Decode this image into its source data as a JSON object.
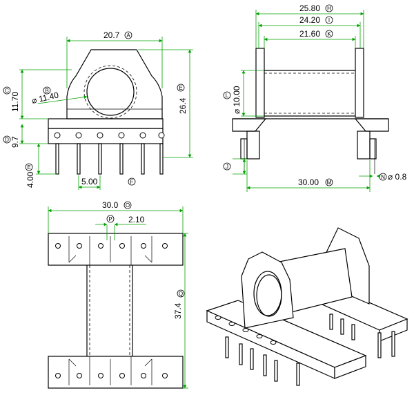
{
  "front_view": {
    "width": {
      "value": "20.7",
      "tag": "A"
    },
    "bore": {
      "value": "⌀ 11.40",
      "tag": "B"
    },
    "flange_top": {
      "value": "11.70",
      "tag": "C"
    },
    "base": {
      "value": "9.7",
      "tag": "D"
    },
    "height": {
      "value": "26.4",
      "tag": "E"
    },
    "pin_len": {
      "value": "4.00",
      "tag": "E"
    },
    "pitch": {
      "value": "5.00",
      "tag": "F"
    }
  },
  "side_view": {
    "overall": {
      "value": "25.80",
      "tag": "H"
    },
    "inner1": {
      "value": "24.20",
      "tag": "I"
    },
    "inner2": {
      "value": "21.60",
      "tag": "K"
    },
    "core": {
      "value": "⌀ 10.00",
      "tag": "L"
    },
    "pin_depth": {
      "value": "",
      "tag": "J"
    },
    "pin_span": {
      "value": "30.00",
      "tag": "M"
    },
    "pin_dia": {
      "value": "⌀ 0.8",
      "tag": "N"
    }
  },
  "top_view": {
    "width": {
      "value": "30.0",
      "tag": "O"
    },
    "slot": {
      "value": "2.10",
      "tag": "P"
    },
    "length": {
      "value": "37.4",
      "tag": "Q"
    }
  },
  "colors": {
    "dimension_line": "#00a000",
    "outline": "#000000"
  }
}
